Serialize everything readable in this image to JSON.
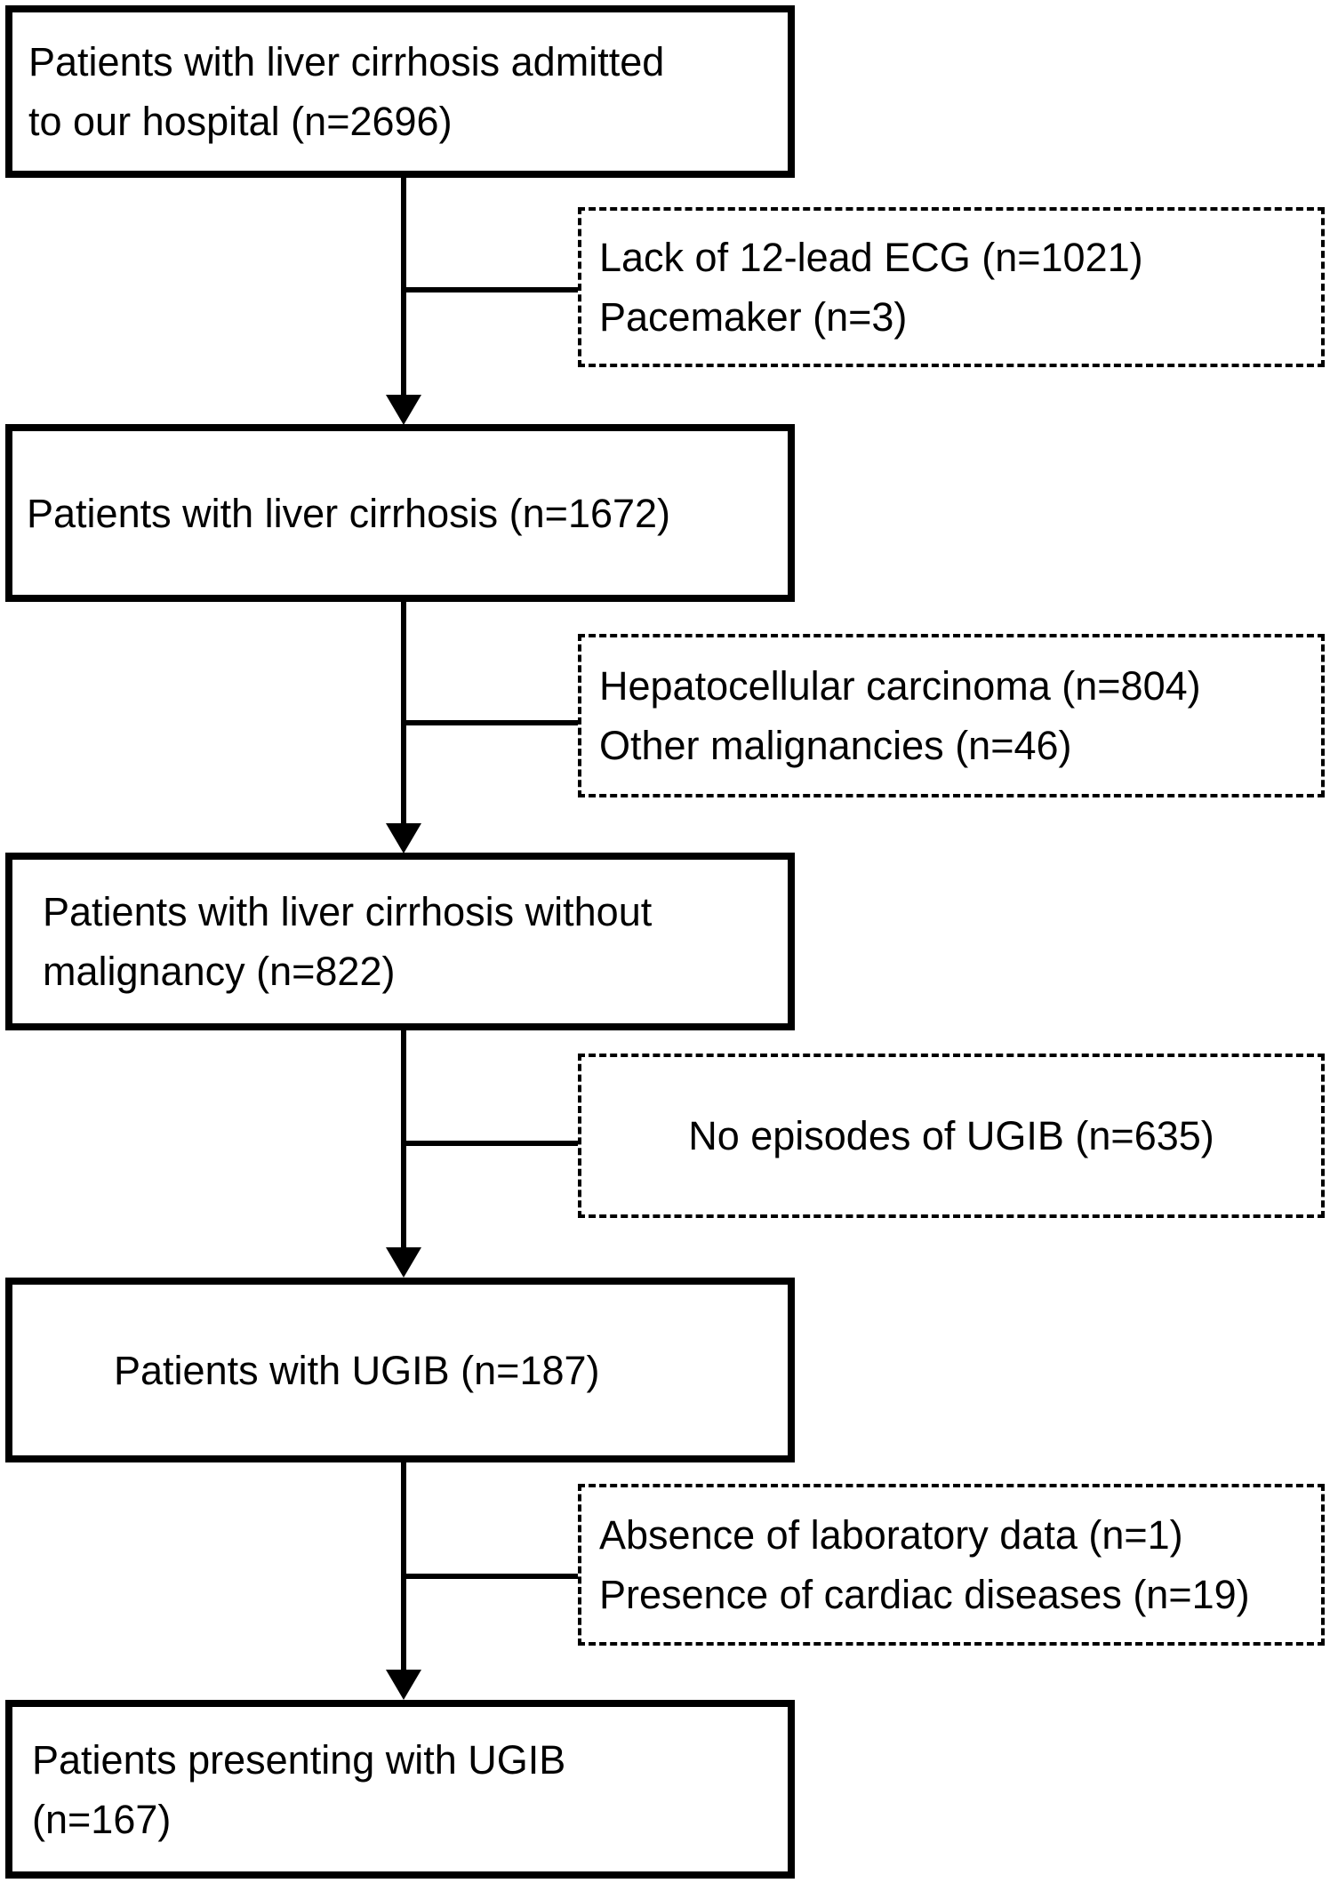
{
  "figure": {
    "colors": {
      "background": "#ffffff",
      "line": "#000000",
      "text": "#000000"
    },
    "steps": [
      {
        "id": "admitted",
        "lines": [
          "Patients with liver cirrhosis admitted",
          "to our hospital (n=2696)"
        ]
      },
      {
        "id": "cirrhosis",
        "lines": [
          "Patients with liver cirrhosis (n=1672)"
        ]
      },
      {
        "id": "no-malignancy",
        "lines": [
          "Patients with liver cirrhosis without",
          "malignancy (n=822)"
        ]
      },
      {
        "id": "ugib",
        "lines": [
          "Patients with UGIB (n=187)"
        ]
      },
      {
        "id": "presenting-ugib",
        "lines": [
          "Patients presenting with UGIB",
          "(n=167)"
        ]
      }
    ],
    "exclusions": [
      {
        "id": "ecg-pacemaker",
        "lines": [
          "Lack of 12-lead ECG (n=1021)",
          "Pacemaker (n=3)"
        ]
      },
      {
        "id": "malignancies",
        "lines": [
          "Hepatocellular carcinoma (n=804)",
          "Other malignancies (n=46)"
        ]
      },
      {
        "id": "no-ugib",
        "lines": [
          "No episodes of UGIB (n=635)"
        ]
      },
      {
        "id": "lab-cardiac",
        "lines": [
          "Absence of laboratory data (n=1)",
          "Presence of cardiac diseases (n=19)"
        ]
      }
    ]
  }
}
